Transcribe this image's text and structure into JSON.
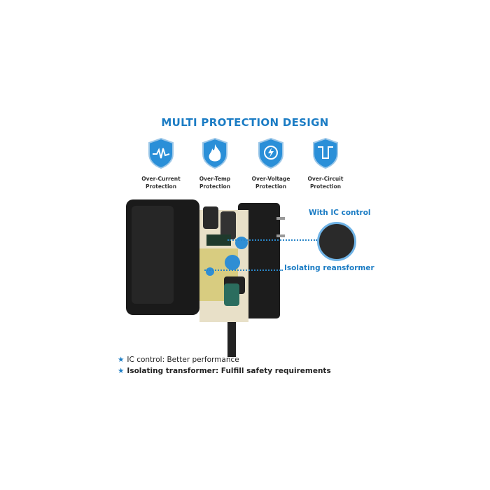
{
  "title": "MULTI PROTECTION DESIGN",
  "features": [
    {
      "icon": "pulse-shield-icon",
      "line1": "Over-Current",
      "line2": "Protection"
    },
    {
      "icon": "flame-shield-icon",
      "line1": "Over-Temp",
      "line2": "Protection"
    },
    {
      "icon": "lightning-shield-icon",
      "line1": "Over-Voltage",
      "line2": "Protection"
    },
    {
      "icon": "circuit-shield-icon",
      "line1": "Over-Circuit",
      "line2": "Protection"
    }
  ],
  "callouts": {
    "ic": "With IC control",
    "transformer": "Isolating reansformer"
  },
  "bullets": [
    {
      "text": "IC control: Better performance"
    },
    {
      "text": "Isolating transformer: Fulfill safety requirements"
    }
  ],
  "colors": {
    "accent": "#1b7cc4",
    "shield": "#2a8fd8"
  }
}
